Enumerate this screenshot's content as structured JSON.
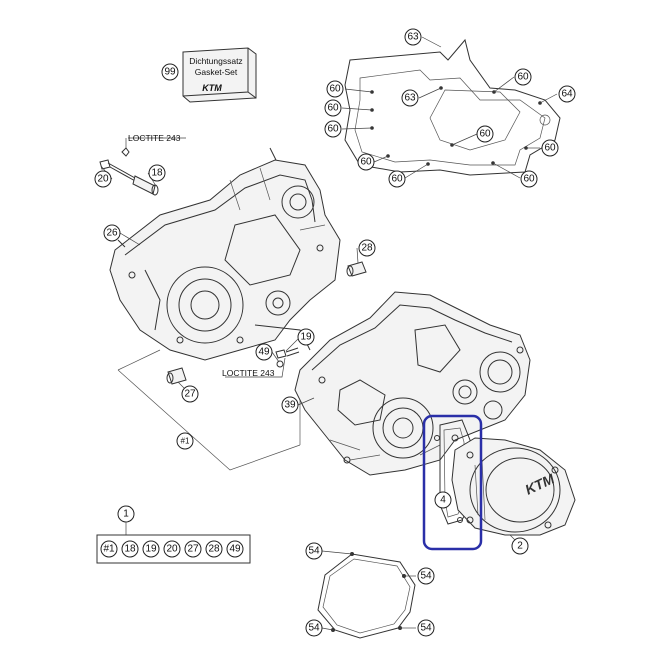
{
  "gasket_set": {
    "line1": "Dichtungssatz",
    "line2": "Gasket-Set",
    "brand": "KTM"
  },
  "notes": {
    "loctite_top": "LOCTITE 243",
    "loctite_bottom": "LOCTITE 243"
  },
  "kit_label": "1",
  "kit_items": [
    "#1",
    "18",
    "19",
    "20",
    "27",
    "28",
    "49"
  ],
  "callouts": {
    "c99": "99",
    "c63a": "63",
    "c63b": "63",
    "c64": "64",
    "c60a": "60",
    "c60b": "60",
    "c60c": "60",
    "c60d": "60",
    "c60e": "60",
    "c60f": "60",
    "c60g": "60",
    "c60h": "60",
    "c60i": "60",
    "c18": "18",
    "c20": "20",
    "c26": "26",
    "c28": "28",
    "c19": "19",
    "c49": "49",
    "c27": "27",
    "c39": "39",
    "chash1": "#1",
    "c4": "4",
    "c2": "2",
    "c54a": "54",
    "c54b": "54",
    "c54c": "54",
    "c54d": "54"
  },
  "highlight_color": "#2a2fa8"
}
